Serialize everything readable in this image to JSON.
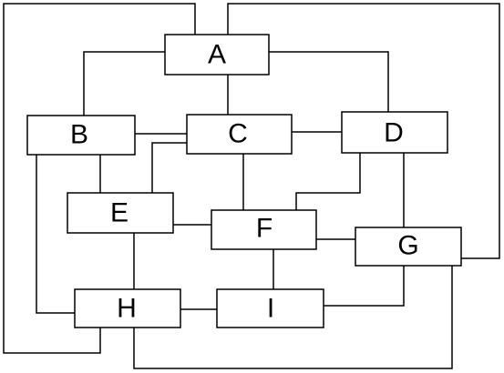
{
  "diagram": {
    "nodes": [
      {
        "id": "A",
        "label": "A"
      },
      {
        "id": "B",
        "label": "B"
      },
      {
        "id": "C",
        "label": "C"
      },
      {
        "id": "D",
        "label": "D"
      },
      {
        "id": "E",
        "label": "E"
      },
      {
        "id": "F",
        "label": "F"
      },
      {
        "id": "G",
        "label": "G"
      },
      {
        "id": "H",
        "label": "H"
      },
      {
        "id": "I",
        "label": "I"
      }
    ],
    "edges": [
      {
        "from": "A",
        "to": "B"
      },
      {
        "from": "A",
        "to": "C"
      },
      {
        "from": "A",
        "to": "D"
      },
      {
        "from": "A",
        "to": "H"
      },
      {
        "from": "A",
        "to": "G"
      },
      {
        "from": "B",
        "to": "C"
      },
      {
        "from": "B",
        "to": "E"
      },
      {
        "from": "B",
        "to": "H"
      },
      {
        "from": "C",
        "to": "D"
      },
      {
        "from": "C",
        "to": "E"
      },
      {
        "from": "C",
        "to": "F"
      },
      {
        "from": "D",
        "to": "F"
      },
      {
        "from": "D",
        "to": "G"
      },
      {
        "from": "E",
        "to": "F"
      },
      {
        "from": "E",
        "to": "H"
      },
      {
        "from": "F",
        "to": "G"
      },
      {
        "from": "F",
        "to": "I"
      },
      {
        "from": "H",
        "to": "I"
      },
      {
        "from": "I",
        "to": "G"
      },
      {
        "from": "H",
        "to": "G"
      }
    ]
  }
}
